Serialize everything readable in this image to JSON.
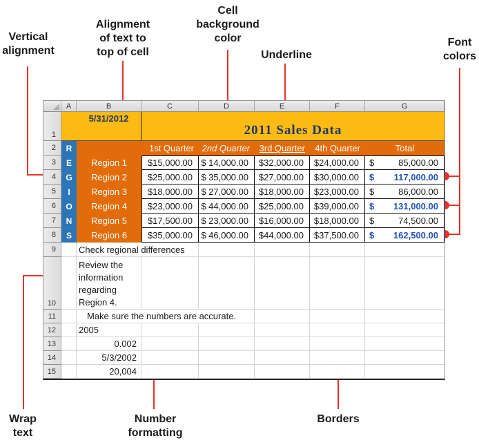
{
  "annotations": {
    "vertical_alignment": {
      "lines": [
        "Vertical",
        "alignment"
      ]
    },
    "align_top": {
      "lines": [
        "Alignment",
        "of text to",
        "top of cell"
      ]
    },
    "cell_background": {
      "lines": [
        "Cell",
        "background",
        "color"
      ]
    },
    "underline": {
      "lines": [
        "Underline"
      ]
    },
    "font_colors": {
      "lines": [
        "Font",
        "colors"
      ]
    },
    "wrap_text": {
      "lines": [
        "Wrap",
        "text"
      ]
    },
    "number_formatting": {
      "lines": [
        "Number",
        "formatting"
      ]
    },
    "borders": {
      "lines": [
        "Borders"
      ]
    }
  },
  "sheet": {
    "column_headers": [
      "A",
      "B",
      "C",
      "D",
      "E",
      "F",
      "G"
    ],
    "row_numbers": [
      "1",
      "2",
      "3",
      "4",
      "5",
      "6",
      "7",
      "8",
      "9",
      "10",
      "11",
      "12",
      "13",
      "14",
      "15"
    ],
    "date_cell": "5/31/2012",
    "title": "2011 Sales Data",
    "region_letters": [
      "R",
      "E",
      "G",
      "I",
      "O",
      "N",
      "S"
    ],
    "header_row": {
      "q1": "1st Quarter",
      "q2": "2nd Quarter",
      "q3": "3rd Quarter",
      "q4": "4th Quarter",
      "total": "Total"
    },
    "currency": "$",
    "regions": [
      {
        "name": "Region 1",
        "q1": "$15,000.00",
        "q2": "$ 14,000.00",
        "q3": "$32,000.00",
        "q4": "$24,000.00",
        "total": "85,000.00"
      },
      {
        "name": "Region 2",
        "q1": "$25,000.00",
        "q2": "$ 35,000.00",
        "q3": "$27,000.00",
        "q4": "$30,000.00",
        "total": "117,000.00"
      },
      {
        "name": "Region 3",
        "q1": "$18,000.00",
        "q2": "$ 27,000.00",
        "q3": "$18,000.00",
        "q4": "$23,000.00",
        "total": "86,000.00"
      },
      {
        "name": "Region 4",
        "q1": "$23,000.00",
        "q2": "$ 44,000.00",
        "q3": "$25,000.00",
        "q4": "$39,000.00",
        "total": "131,000.00"
      },
      {
        "name": "Region 5",
        "q1": "$17,500.00",
        "q2": "$ 23,000.00",
        "q3": "$16,000.00",
        "q4": "$18,000.00",
        "total": "74,500.00"
      },
      {
        "name": "Region 6",
        "q1": "$35,000.00",
        "q2": "$ 46,000.00",
        "q3": "$44,000.00",
        "q4": "$37,500.00",
        "total": "162,500.00"
      }
    ],
    "notes": {
      "row9": "Check regional differences",
      "row10_lines": [
        "Review the",
        "information",
        "regarding",
        "Region 4."
      ],
      "row11": "Make sure the numbers are accurate.",
      "row12": "2005",
      "row13": "0.002",
      "row14": "5/3/2002",
      "row15": "20,004"
    }
  },
  "colors": {
    "callout_red": "#e8312a",
    "cell_gold": "#fcba12",
    "cell_orange": "#e36c0a",
    "regions_blue": "#2e75b5",
    "navy_text": "#1f3864",
    "total_font_blue": "#2153b4"
  }
}
